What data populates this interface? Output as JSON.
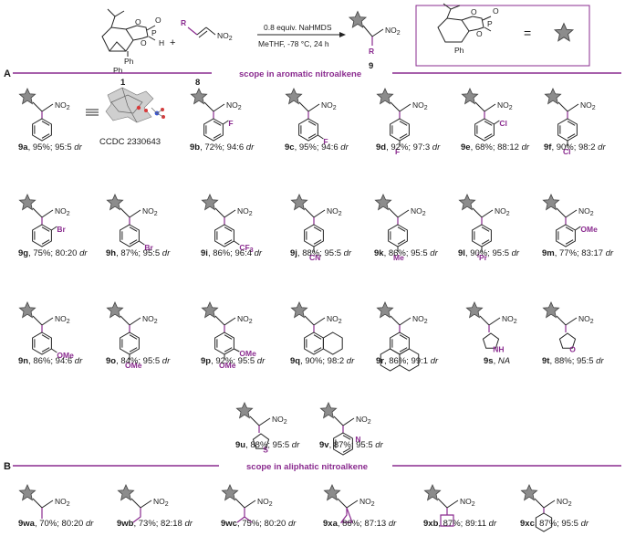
{
  "header": {
    "reagent_1_label": "1",
    "reagent_8_label": "8",
    "product_9_label": "9",
    "plus": "+",
    "conditions_top": "0.8 equiv. NaHMDS",
    "conditions_bottom": "MeTHF, -78 °C, 24 h",
    "equals": "="
  },
  "sections": {
    "A_letter": "A",
    "A_title": "scope in aromatic nitroalkene",
    "B_letter": "B",
    "B_title": "scope in aliphatic nitroalkene"
  },
  "xray_label": "CCDC 2330643",
  "entries": [
    {
      "id": "9a",
      "yield": "95%",
      "dr": "95:5"
    },
    {
      "id": "9b",
      "yield": "72%",
      "dr": "94:6"
    },
    {
      "id": "9c",
      "yield": "95%",
      "dr": "94:6"
    },
    {
      "id": "9d",
      "yield": "92%",
      "dr": "97:3"
    },
    {
      "id": "9e",
      "yield": "68%",
      "dr": "88:12"
    },
    {
      "id": "9f",
      "yield": "90%",
      "dr": "98:2"
    },
    {
      "id": "9g",
      "yield": "75%",
      "dr": "80:20"
    },
    {
      "id": "9h",
      "yield": "87%",
      "dr": "95:5"
    },
    {
      "id": "9i",
      "yield": "86%",
      "dr": "96:4"
    },
    {
      "id": "9j",
      "yield": "88%",
      "dr": "95:5"
    },
    {
      "id": "9k",
      "yield": "86%",
      "dr": "95:5"
    },
    {
      "id": "9l",
      "yield": "90%",
      "dr": "95:5"
    },
    {
      "id": "9m",
      "yield": "77%",
      "dr": "83:17"
    },
    {
      "id": "9n",
      "yield": "86%",
      "dr": "94:6"
    },
    {
      "id": "9o",
      "yield": "84%",
      "dr": "95:5"
    },
    {
      "id": "9p",
      "yield": "92%",
      "dr": "95:5"
    },
    {
      "id": "9q",
      "yield": "90%",
      "dr": "98:2"
    },
    {
      "id": "9r",
      "yield": "86%",
      "dr": "99:1"
    },
    {
      "id": "9s",
      "yield": "NA",
      "dr": ""
    },
    {
      "id": "9t",
      "yield": "88%",
      "dr": "95:5"
    },
    {
      "id": "9u",
      "yield": "88%",
      "dr": "95:5"
    },
    {
      "id": "9v",
      "yield": "87%",
      "dr": "95:5"
    },
    {
      "id": "9wa",
      "yield": "70%",
      "dr": "80:20"
    },
    {
      "id": "9wb",
      "yield": "73%",
      "dr": "82:18"
    },
    {
      "id": "9wc",
      "yield": "75%",
      "dr": "80:20"
    },
    {
      "id": "9xa",
      "yield": "86%",
      "dr": "87:13"
    },
    {
      "id": "9xb",
      "yield": "87%",
      "dr": "89:11"
    },
    {
      "id": "9xc",
      "yield": "87%",
      "dr": "95:5"
    }
  ],
  "dr_suffix": "dr",
  "substituents": {
    "b": "F",
    "c": "F",
    "d": "F",
    "e": "Cl",
    "f": "Cl",
    "g": "Br",
    "h": "Br",
    "i": "CF3",
    "j": "CN",
    "k": "Me",
    "l": "iPr",
    "m": "OMe",
    "n": "OMe",
    "o": "OMe",
    "p1": "OMe",
    "p2": "OMe",
    "s": "NH",
    "t": "O",
    "u": "S",
    "v": "N"
  },
  "atoms": {
    "no2": "NO",
    "no2_sub": "2",
    "R": "R",
    "Ph": "Ph",
    "O": "O",
    "P": "P",
    "H": "H"
  }
}
